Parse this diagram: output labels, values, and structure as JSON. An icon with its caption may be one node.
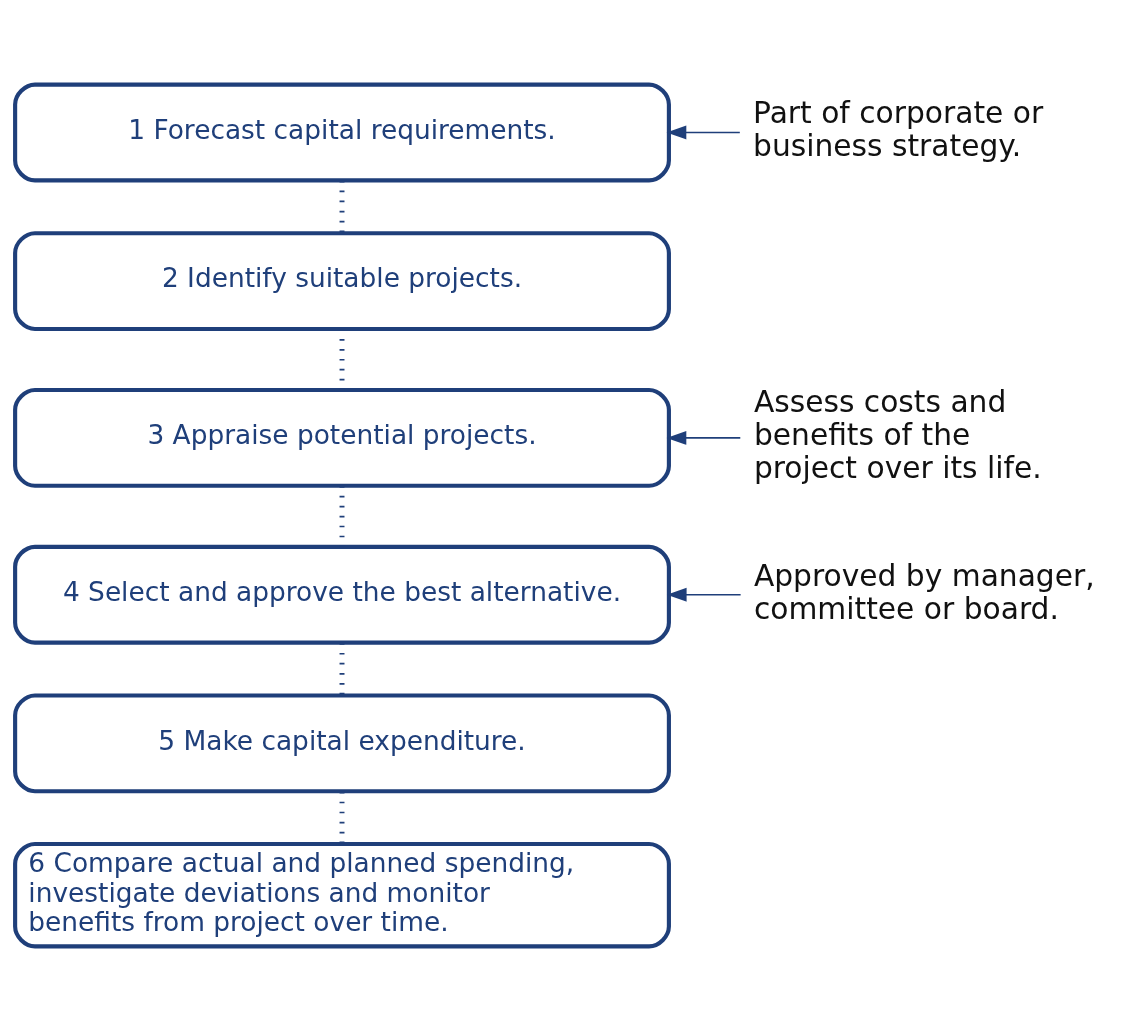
{
  "diagram": {
    "nodes": [
      {
        "text": [
          "1 Forecast capital requirements."
        ]
      },
      {
        "text": [
          "2 Identify suitable projects."
        ]
      },
      {
        "text": [
          "3 Appraise potential projects."
        ]
      },
      {
        "text": [
          "4 Select and approve the best alternative."
        ]
      },
      {
        "text": [
          "5 Make capital expenditure."
        ]
      },
      {
        "text": [
          "6 Compare actual and planned spending, investigate deviations and monitor benefits from project over time."
        ]
      },
      {
        "text": [
          "Part of corporate or business strategy."
        ]
      },
      {
        "text": [
          "Assess costs and benefits of the project over its life."
        ]
      },
      {
        "text": [
          "Approved by manager, committee or board."
        ]
      }
    ],
    "edges": [
      {
        "from": 0,
        "to": 1,
        "arrow": "none",
        "style": "dashed"
      },
      {
        "from": 1,
        "to": 2,
        "arrow": "none",
        "style": "dashed"
      },
      {
        "from": 2,
        "to": 3,
        "arrow": "none",
        "style": "dashed"
      },
      {
        "from": 3,
        "to": 4,
        "arrow": "none",
        "style": "dashed"
      },
      {
        "from": 4,
        "to": 5,
        "arrow": "none",
        "style": "dashed"
      },
      {
        "from": 6,
        "to": 0,
        "arrow": "to"
      },
      {
        "from": 7,
        "to": 2,
        "arrow": "to"
      },
      {
        "from": 8,
        "to": 3,
        "arrow": "to"
      }
    ]
  }
}
